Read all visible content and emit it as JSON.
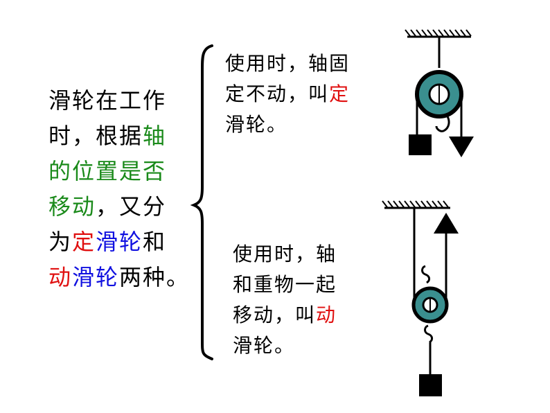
{
  "left_text": {
    "l1": "滑轮在工作",
    "l2a": "时，根据",
    "l2b": "轴",
    "l3": "的位置是否",
    "l4a": "移动",
    "l4b": "，又分",
    "l5a": "为",
    "l5b": "定",
    "l5c": "滑轮",
    "l5d": "和",
    "l6a": "动",
    "l6b": "滑轮",
    "l6c": "两种",
    "l6d": "。"
  },
  "fixed_text": {
    "l1": "使用时，轴固",
    "l2a": "定不动，叫",
    "l2b": "定",
    "l3": "滑轮。"
  },
  "movable_text": {
    "l1": "使用时，轴",
    "l2": "和重物一起",
    "l3a": "移动，叫",
    "l3b": "动",
    "l4": "滑轮。"
  },
  "colors": {
    "green": "#1a8a1a",
    "red": "#e01010",
    "blue": "#1010e0",
    "wheel": "#3a8f8f"
  }
}
